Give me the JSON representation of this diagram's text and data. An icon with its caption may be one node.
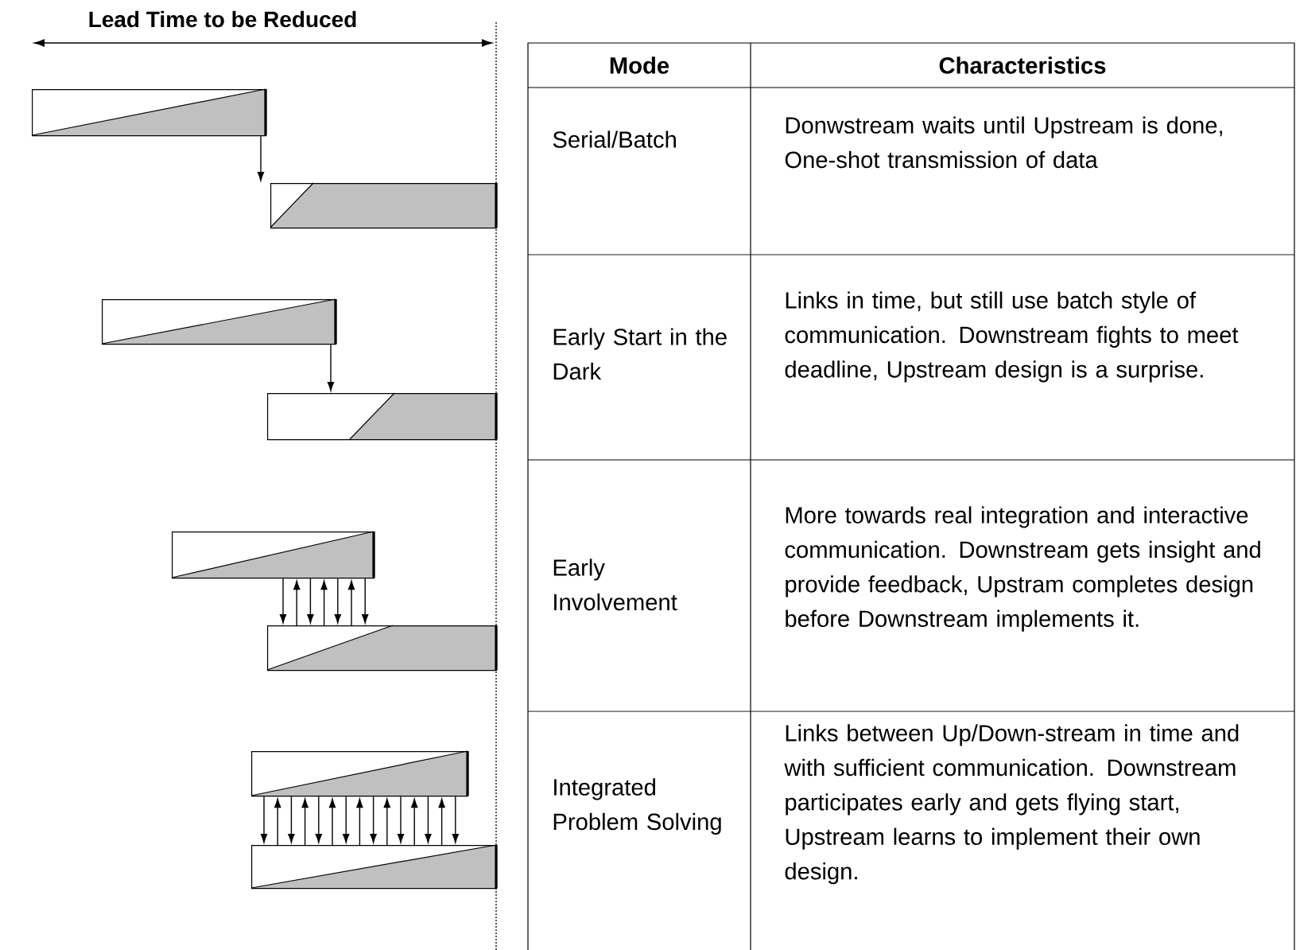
{
  "diagram": {
    "nodes": [
      {
        "text": [],
        "shape": "bar"
      },
      {
        "text": [],
        "shape": "bar"
      },
      {
        "text": [],
        "shape": "bar"
      },
      {
        "text": [],
        "shape": "bar"
      },
      {
        "text": [],
        "shape": "bar"
      },
      {
        "text": [],
        "shape": "bar"
      },
      {
        "text": [],
        "shape": "bar"
      },
      {
        "text": [],
        "shape": "bar"
      }
    ],
    "edges": [
      {
        "from": 0,
        "to": 1,
        "arrow": "to"
      },
      {
        "from": 2,
        "to": 3,
        "arrow": "to"
      },
      {
        "from": 4,
        "to": 5,
        "arrow": "to"
      },
      {
        "from": 5,
        "to": 4,
        "arrow": "to"
      },
      {
        "from": 4,
        "to": 5,
        "arrow": "to"
      },
      {
        "from": 5,
        "to": 4,
        "arrow": "to"
      },
      {
        "from": 4,
        "to": 5,
        "arrow": "to"
      },
      {
        "from": 5,
        "to": 4,
        "arrow": "to"
      },
      {
        "from": 4,
        "to": 5,
        "arrow": "to"
      },
      {
        "from": 6,
        "to": 7,
        "arrow": "to"
      },
      {
        "from": 7,
        "to": 6,
        "arrow": "to"
      },
      {
        "from": 6,
        "to": 7,
        "arrow": "to"
      },
      {
        "from": 7,
        "to": 6,
        "arrow": "to"
      },
      {
        "from": 6,
        "to": 7,
        "arrow": "to"
      },
      {
        "from": 7,
        "to": 6,
        "arrow": "to"
      },
      {
        "from": 6,
        "to": 7,
        "arrow": "to"
      },
      {
        "from": 7,
        "to": 6,
        "arrow": "to"
      },
      {
        "from": 6,
        "to": 7,
        "arrow": "to"
      },
      {
        "from": 7,
        "to": 6,
        "arrow": "to"
      },
      {
        "from": 6,
        "to": 7,
        "arrow": "to"
      },
      {
        "from": 7,
        "to": 6,
        "arrow": "to"
      },
      {
        "from": 6,
        "to": 7,
        "arrow": "to"
      },
      {
        "from": 7,
        "to": 6,
        "arrow": "to"
      },
      {
        "from": 6,
        "to": 7,
        "arrow": "to"
      }
    ],
    "labels": [
      "Lead Time to be Reduced",
      "Mode",
      "Characteristics",
      "Serial/Batch",
      "Donwstream waits until Upstream is done, One-shot transmission of data",
      "Early Start in the Dark",
      "Links in time, but still use batch style of communication. Downstream fights to meet deadline, Upstream design is a surprise.",
      "Early Involvement",
      "More towards real integration and interactive communication. Downstream gets insight and provide feedback, Upstram completes design before Downstream implements it.",
      "Integrated Problem Solving",
      "Links between Up/Down-stream in time and with sufficient communication. Downstream participates early and gets flying start, Upstream learns to implement their own design."
    ]
  }
}
